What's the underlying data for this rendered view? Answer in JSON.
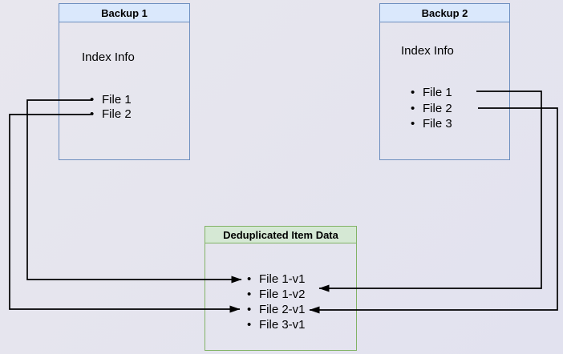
{
  "backup1": {
    "title": "Backup 1",
    "index_label": "Index Info",
    "files": [
      "File 1",
      "File 2"
    ]
  },
  "backup2": {
    "title": "Backup 2",
    "index_label": "Index Info",
    "files": [
      "File 1",
      "File 2",
      "File 3"
    ]
  },
  "dedup": {
    "title": "Deduplicated Item Data",
    "items": [
      "File 1-v1",
      "File 1-v2",
      "File 2-v1",
      "File 3-v1"
    ]
  },
  "connections": [
    {
      "from": "Backup 1 / File 1",
      "to": "Deduplicated Item Data / File 1-v1"
    },
    {
      "from": "Backup 1 / File 2",
      "to": "Deduplicated Item Data / File 2-v1"
    },
    {
      "from": "Backup 2 / File 1",
      "to": "Deduplicated Item Data / File 1-v2"
    },
    {
      "from": "Backup 2 / File 2",
      "to": "Deduplicated Item Data / File 2-v1"
    }
  ],
  "colors": {
    "background_top": "#e8e7ee",
    "background_bottom": "#e2e2ef",
    "blue_fill": "#dae8fc",
    "blue_border": "#6c8ebf",
    "green_fill": "#d5e8d4",
    "green_border": "#82b366",
    "arrow": "#000000",
    "text": "#000000"
  }
}
